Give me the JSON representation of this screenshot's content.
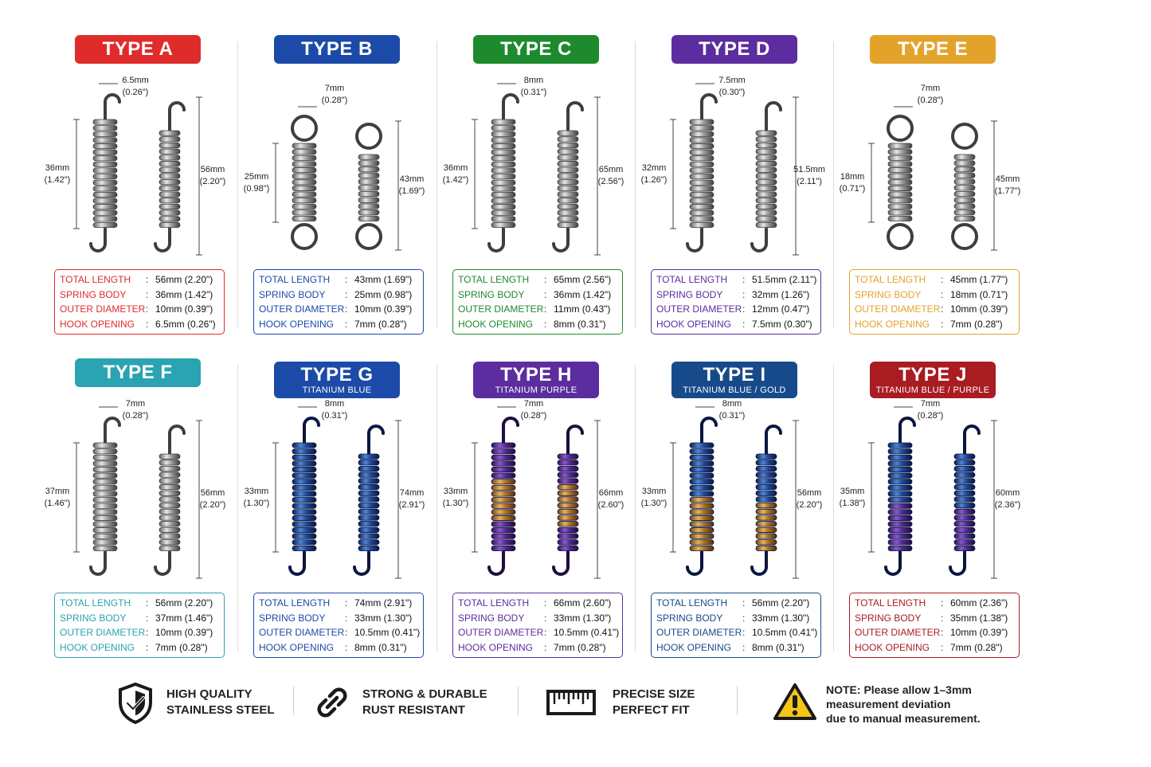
{
  "labels": {
    "total_length": "TOTAL LENGTH",
    "spring_body": "SPRING BODY",
    "outer_diameter": "OUTER DIAMETER",
    "hook_opening": "HOOK OPENING",
    "colon": ":"
  },
  "types": [
    {
      "title": "TYPE A",
      "subtitle": "",
      "color": "#e02b2b",
      "style": "hook",
      "finish": "steel",
      "hook_mm": "6.5mm",
      "hook_in": "(0.26\")",
      "body_mm": "36mm",
      "body_in": "(1.42\")",
      "total_mm": "56mm",
      "total_in": "(2.20\")",
      "specs": {
        "total": "56mm  (2.20\")",
        "body": "36mm  (1.42\")",
        "outer": "10mm  (0.39\")",
        "hook": "6.5mm  (0.26\")"
      }
    },
    {
      "title": "TYPE B",
      "subtitle": "",
      "color": "#1c4aa8",
      "style": "loop",
      "finish": "steel",
      "hook_mm": "7mm",
      "hook_in": "(0.28\")",
      "body_mm": "25mm",
      "body_in": "(0.98\")",
      "total_mm": "43mm",
      "total_in": "(1.69\")",
      "specs": {
        "total": "43mm  (1.69\")",
        "body": "25mm  (0.98\")",
        "outer": "10mm  (0.39\")",
        "hook": "7mm    (0.28\")"
      }
    },
    {
      "title": "TYPE C",
      "subtitle": "",
      "color": "#1e8a2e",
      "style": "hook",
      "finish": "steel",
      "hook_mm": "8mm",
      "hook_in": "(0.31\")",
      "body_mm": "36mm",
      "body_in": "(1.42\")",
      "total_mm": "65mm",
      "total_in": "(2.56\")",
      "specs": {
        "total": "65mm  (2.56\")",
        "body": "36mm  (1.42\")",
        "outer": "11mm  (0.43\")",
        "hook": "8mm    (0.31\")"
      }
    },
    {
      "title": "TYPE D",
      "subtitle": "",
      "color": "#5b2d9e",
      "style": "hook",
      "finish": "steel",
      "hook_mm": "7.5mm",
      "hook_in": "(0.30\")",
      "body_mm": "32mm",
      "body_in": "(1.26\")",
      "total_mm": "51.5mm",
      "total_in": "(2.11\")",
      "specs": {
        "total": "51.5mm (2.11\")",
        "body": "32mm  (1.26\")",
        "outer": "12mm  (0.47\")",
        "hook": "7.5mm (0.30\")"
      }
    },
    {
      "title": "TYPE E",
      "subtitle": "",
      "color": "#e3a32b",
      "style": "loop",
      "finish": "steel",
      "hook_mm": "7mm",
      "hook_in": "(0.28\")",
      "body_mm": "18mm",
      "body_in": "(0.71\")",
      "total_mm": "45mm",
      "total_in": "(1.77\")",
      "specs": {
        "total": "45mm  (1.77\")",
        "body": "18mm  (0.71\")",
        "outer": "10mm  (0.39\")",
        "hook": "7mm    (0.28\")"
      }
    },
    {
      "title": "TYPE F",
      "subtitle": "",
      "color": "#2aa3b2",
      "style": "hook",
      "finish": "steel",
      "hook_mm": "7mm",
      "hook_in": "(0.28\")",
      "body_mm": "37mm",
      "body_in": "(1.46\")",
      "total_mm": "56mm",
      "total_in": "(2.20\")",
      "specs": {
        "total": "56mm  (2.20\")",
        "body": "37mm  (1.46\")",
        "outer": "10mm  (0.39\")",
        "hook": "7mm    (0.28\")"
      }
    },
    {
      "title": "TYPE G",
      "subtitle": "TITANIUM BLUE",
      "color": "#1c4aa8",
      "style": "hook",
      "finish": "blue",
      "hook_mm": "8mm",
      "hook_in": "(0.31\")",
      "body_mm": "33mm",
      "body_in": "(1.30\")",
      "total_mm": "74mm",
      "total_in": "(2.91\")",
      "specs": {
        "total": "74mm  (2.91\")",
        "body": "33mm  (1.30\")",
        "outer": "10.5mm (0.41\")",
        "hook": "8mm    (0.31\")"
      }
    },
    {
      "title": "TYPE H",
      "subtitle": "TITANIUM PURPLE",
      "color": "#5b2d9e",
      "style": "hook",
      "finish": "purple",
      "hook_mm": "7mm",
      "hook_in": "(0.28\")",
      "body_mm": "33mm",
      "body_in": "(1.30\")",
      "total_mm": "66mm",
      "total_in": "(2.60\")",
      "specs": {
        "total": "66mm  (2.60\")",
        "body": "33mm  (1.30\")",
        "outer": "10.5mm (0.41\")",
        "hook": "7mm    (0.28\")"
      }
    },
    {
      "title": "TYPE I",
      "subtitle": "TITANIUM BLUE / GOLD",
      "color": "#174a8a",
      "style": "hook",
      "finish": "bluegold",
      "hook_mm": "8mm",
      "hook_in": "(0.31\")",
      "body_mm": "33mm",
      "body_in": "(1.30\")",
      "total_mm": "56mm",
      "total_in": "(2.20\")",
      "specs": {
        "total": "56mm  (2.20\")",
        "body": "33mm  (1.30\")",
        "outer": "10.5mm (0.41\")",
        "hook": "8mm    (0.31\")"
      }
    },
    {
      "title": "TYPE J",
      "subtitle": "TITANIUM BLUE / PURPLE",
      "color": "#a81c22",
      "style": "hook",
      "finish": "bluepurple",
      "hook_mm": "7mm",
      "hook_in": "(0.28\")",
      "body_mm": "35mm",
      "body_in": "(1.38\")",
      "total_mm": "60mm",
      "total_in": "(2.36\")",
      "specs": {
        "total": "60mm  (2.36\")",
        "body": "35mm  (1.38\")",
        "outer": "10mm  (0.39\")",
        "hook": "7mm    (0.28\")"
      }
    }
  ],
  "features": [
    {
      "icon": "shield-check-icon",
      "line1": "HIGH QUALITY",
      "line2": "STAINLESS STEEL"
    },
    {
      "icon": "chain-link-icon",
      "line1": "STRONG & DURABLE",
      "line2": "RUST RESISTANT"
    },
    {
      "icon": "ruler-icon",
      "line1": "PRECISE SIZE",
      "line2": "PERFECT FIT"
    },
    {
      "icon": "warning-icon",
      "line1": "NOTE: Please allow 1–3mm",
      "line2": "measurement deviation",
      "line3": "due to manual measurement."
    }
  ]
}
